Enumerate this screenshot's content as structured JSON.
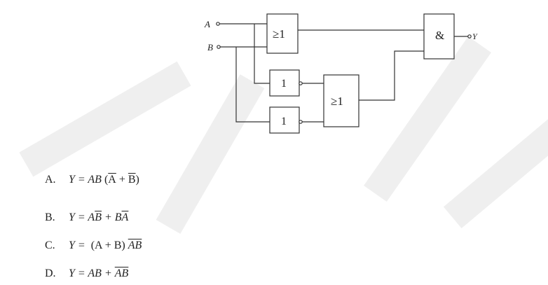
{
  "circuit": {
    "input_a": "A",
    "input_b": "B",
    "output": "Y",
    "gate_or1": "≥1",
    "gate_not1": "1",
    "gate_not2": "1",
    "gate_or2": "≥1",
    "gate_and": "&"
  },
  "options": [
    {
      "letter": "A.",
      "parts": [
        "Y = AB ",
        "(",
        "A",
        " + ",
        "B",
        ")"
      ]
    },
    {
      "letter": "B.",
      "parts": [
        "Y = A",
        "B",
        " + B",
        "A"
      ]
    },
    {
      "letter": "C.",
      "parts": [
        "Y = ",
        " (A + B) ",
        "AB"
      ]
    },
    {
      "letter": "D.",
      "parts": [
        "Y = AB + ",
        "A",
        "B"
      ]
    }
  ]
}
